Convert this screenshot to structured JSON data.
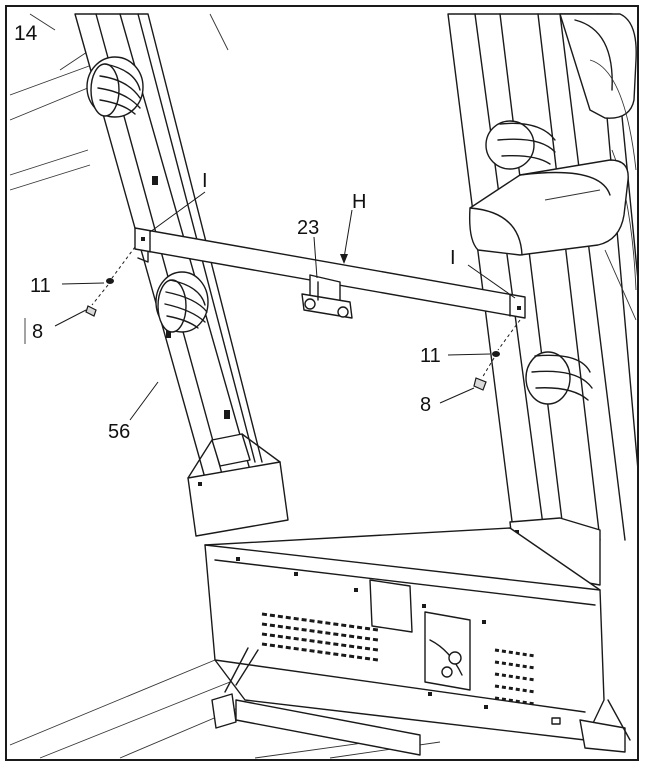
{
  "step_number": "14",
  "callouts": {
    "part_h": "H",
    "part_23": "23",
    "part_i_left": "I",
    "part_i_right": "I",
    "part_11_left": "11",
    "part_8_left": "8",
    "part_56": "56",
    "part_11_right": "11",
    "part_8_right": "8"
  }
}
